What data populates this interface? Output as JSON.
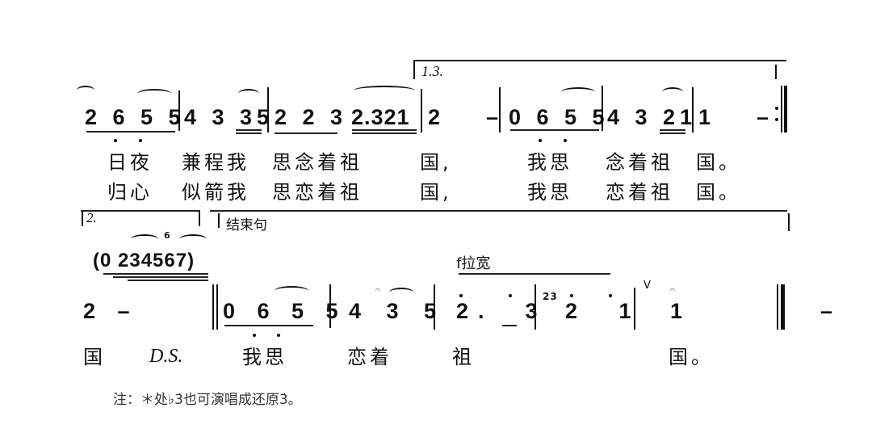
{
  "score": {
    "line1": {
      "volta": "1.3.",
      "measures": [
        "2 6 5 5",
        "4 3 35",
        "2 2 3",
        "2.321",
        "2  –",
        "0 6 5 5",
        "4 3 21",
        "1  –"
      ],
      "verse1": [
        "日夜",
        "兼程我",
        "思念着祖",
        "国,",
        "我思",
        "念着祖",
        "国。"
      ],
      "verse2": [
        "归心",
        "似箭我",
        "思恋着祖",
        "国,",
        "我思",
        "恋着祖",
        "国。"
      ]
    },
    "line2": {
      "volta2": "2.",
      "ending_label": "结束句",
      "interlude": "(0 234567)",
      "tuplet": "6",
      "dynamic": "f拉宽",
      "measures": [
        "2 –",
        "0 6 5 5",
        "4 3 5",
        "2.  3",
        "2 1",
        "23",
        "1  –"
      ],
      "breath": "V",
      "lyrics": [
        "国",
        "D.S.",
        "我思",
        "恋着",
        "祖",
        "国。"
      ]
    },
    "footnote": "注：＊处♭3̇也可演唱成还原3̇。"
  }
}
